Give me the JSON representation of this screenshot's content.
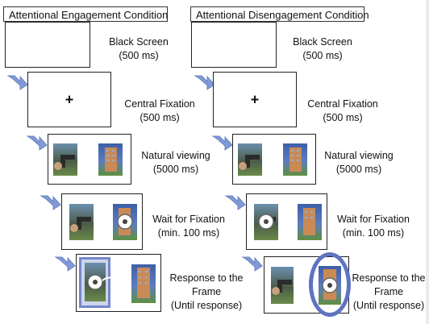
{
  "left_condition": {
    "title": "Attentional Engagement Condition",
    "steps": [
      {
        "label": "Black Screen\n(500 ms)"
      },
      {
        "label": "Central Fixation\n(500 ms)"
      },
      {
        "label": "Natural viewing\n(5000 ms)"
      },
      {
        "label": "Wait for Fixation\n(min. 100 ms)"
      },
      {
        "label": "Response to the\nFrame\n(Until response)"
      }
    ]
  },
  "right_condition": {
    "title": "Attentional Disengagement Condition",
    "steps": [
      {
        "label": "Black Screen\n(500 ms)"
      },
      {
        "label": "Central Fixation\n(500 ms)"
      },
      {
        "label": "Natural viewing\n(5000 ms)"
      },
      {
        "label": "Wait for Fixation\n(min. 100 ms)"
      },
      {
        "label": "Response to the\nFrame\n(Until response)"
      }
    ]
  },
  "fixation_symbol": "+",
  "icons": {
    "step_arrow": "down-right-arrow-icon",
    "threat_image": "gun-photo",
    "neutral_image": "building-photo",
    "fixation_marker": "circle-fixation-icon"
  },
  "colors": {
    "arrow": "#7f9ad6",
    "frame": "#6c7fc6"
  }
}
